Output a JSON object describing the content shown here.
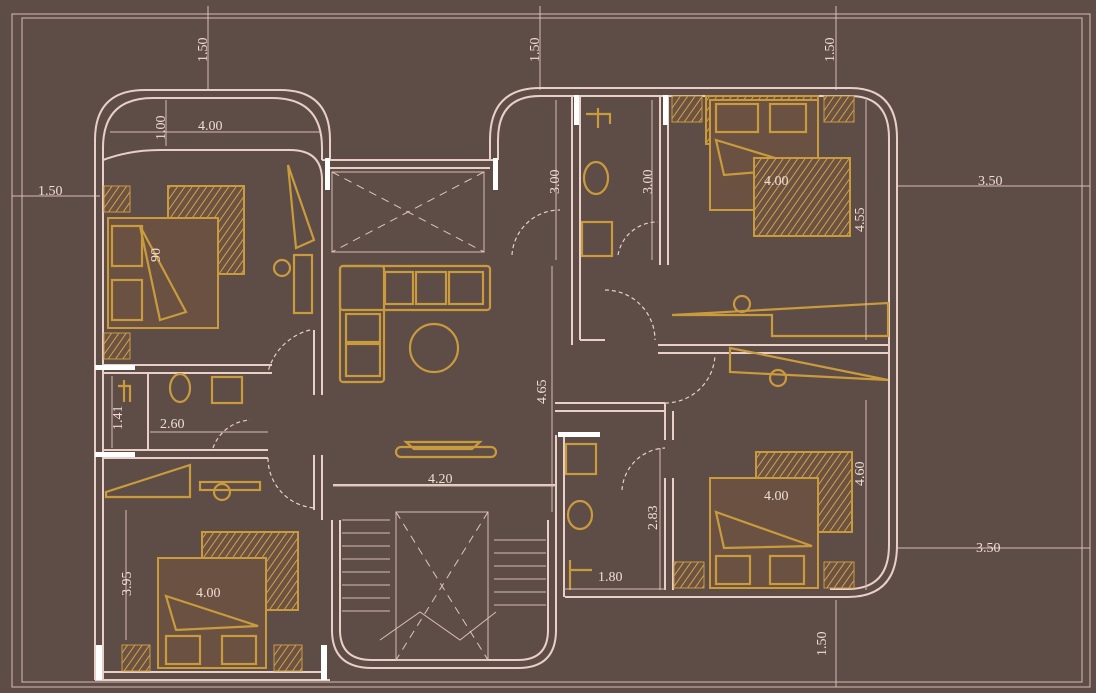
{
  "dimensions": {
    "top_left": "1.50",
    "top_mid": "1.50",
    "top_right": "1.50",
    "left_side": "1.50",
    "upper_left_1": "1.00",
    "upper_left_4": "4.00",
    "bed_left_90": "90",
    "hall_300a": "3.00",
    "hall_300b": "3.00",
    "right_bed_4": "4.00",
    "right_4_55": "4.55",
    "right_side": "3.50",
    "left_141": "1.41",
    "left_260": "2.60",
    "central_465": "4.65",
    "central_420": "4.20",
    "right_bed2_4": "4.00",
    "right_4_60": "4.60",
    "bath_283": "2.83",
    "bath_180": "1.80",
    "left_395": "3.95",
    "bottom_bed_4": "4.00",
    "right_side_2": "3.50",
    "bottom_150": "1.50"
  }
}
